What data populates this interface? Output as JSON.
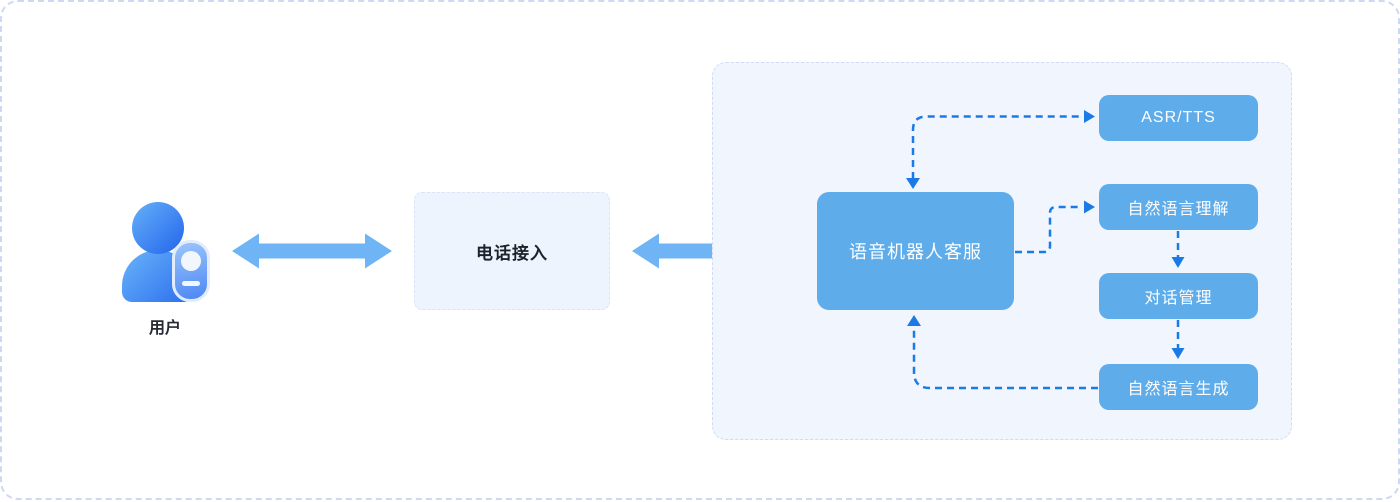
{
  "diagram": {
    "title": "voice-robot-customer-service-architecture",
    "user": {
      "label": "用户"
    },
    "phone_box": {
      "label": "电话接入"
    },
    "main_box": {
      "label": "语音机器人客服"
    },
    "modules": [
      {
        "id": "asr-tts",
        "label": "ASR/TTS"
      },
      {
        "id": "nlu",
        "label": "自然语言理解"
      },
      {
        "id": "dialog-management",
        "label": "对话管理"
      },
      {
        "id": "nlg",
        "label": "自然语言生成"
      }
    ],
    "connections": [
      {
        "from": "main_box",
        "to": "asr-tts",
        "style": "dashed",
        "bidirectional": true
      },
      {
        "from": "main_box",
        "to": "nlu",
        "style": "dashed"
      },
      {
        "from": "nlu",
        "to": "dialog-management",
        "style": "dashed"
      },
      {
        "from": "dialog-management",
        "to": "nlg",
        "style": "dashed"
      },
      {
        "from": "nlg",
        "to": "main_box",
        "style": "dashed"
      },
      {
        "from": "user",
        "to": "phone_box",
        "style": "solid-double-arrow"
      },
      {
        "from": "phone_box",
        "to": "main_box",
        "style": "solid-double-arrow"
      }
    ],
    "colors": {
      "node_blue": "#5eace9",
      "solid_arrow_blue": "#6fb5f5",
      "connector_blue": "#1b7be6",
      "panel_bg": "#f1f5fd",
      "panel_border": "#cfdcf4",
      "phone_box_bg": "#eef4fd",
      "canvas_border": "#cdd9f2",
      "text_dark": "#262a33",
      "text_white": "#ffffff"
    }
  }
}
